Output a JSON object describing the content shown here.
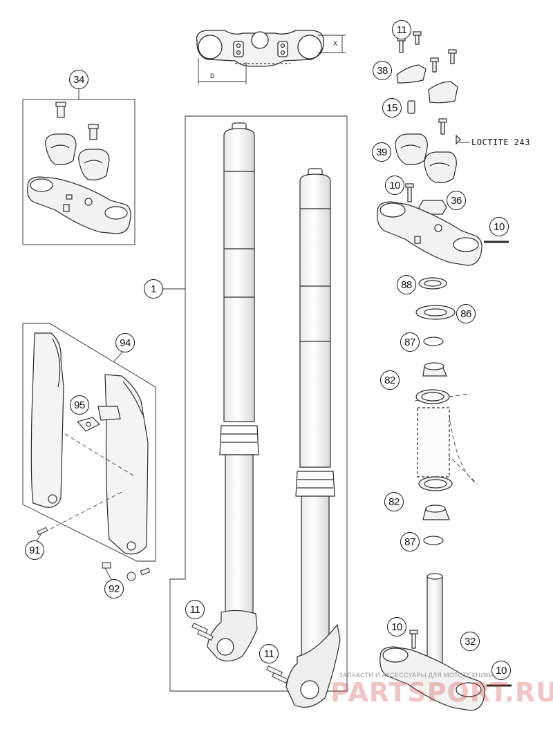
{
  "callouts": {
    "c1": "1",
    "c10a": "10",
    "c10b": "10",
    "c10c": "10",
    "c10d": "10",
    "c11a": "11",
    "c11b": "11",
    "c11c": "11",
    "c15": "15",
    "c32": "32",
    "c34": "34",
    "c36": "36",
    "c38": "38",
    "c39": "39",
    "c82a": "82",
    "c82b": "82",
    "c86": "86",
    "c87a": "87",
    "c87b": "87",
    "c88": "88",
    "c91": "91",
    "c92": "92",
    "c94": "94",
    "c95": "95"
  },
  "annotations": {
    "loctite": "LOCTITE 243",
    "dim_x": "X",
    "dim_d": "D"
  },
  "watermark": {
    "line1": "ЗАПЧАСТИ И АКСЕССУАРЫ ДЛЯ МОТОТЕХНИКИ",
    "logo": "PARTSPORT.RU"
  },
  "colors": {
    "line": "#2a2a2a",
    "part_fill": "#f2f2f2",
    "watermark_red": "#d63c3c"
  }
}
